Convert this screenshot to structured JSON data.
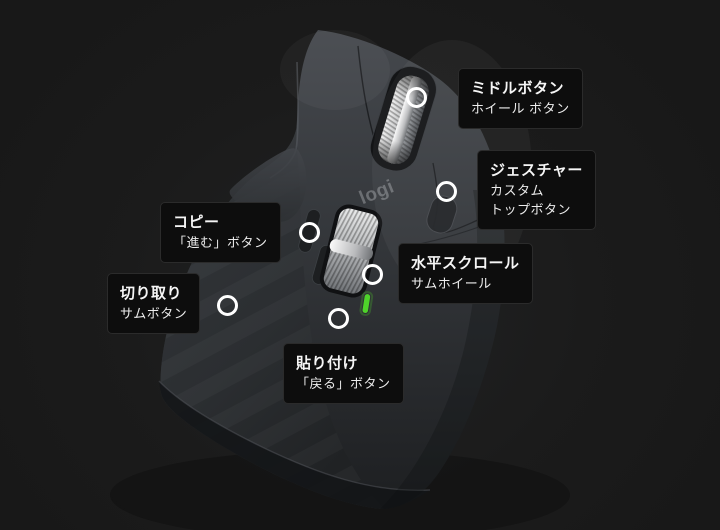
{
  "colors": {
    "background": "#191919",
    "callout_bg": "#0d0d0d",
    "callout_border": "#2b2b2b",
    "callout_text": "#f5f5f5",
    "mouse_body": "#33363a",
    "mouse_base": "#141618",
    "wheel_silver": "#d9dadb",
    "led_green": "#4ed32a",
    "marker_ring": "#ffffff",
    "logo_gray": "#6b6e72"
  },
  "logo": {
    "text": "logi"
  },
  "callouts": [
    {
      "id": "middle-button",
      "title": "ミドルボタン",
      "lines": [
        "ホイール ボタン"
      ]
    },
    {
      "id": "gesture-button",
      "title": "ジェスチャー",
      "lines": [
        "カスタム",
        "トップボタン"
      ]
    },
    {
      "id": "copy-forward",
      "title": "コピー",
      "lines": [
        "「進む」ボタン"
      ]
    },
    {
      "id": "horizontal-scroll",
      "title": "水平スクロール",
      "lines": [
        "サムホイール"
      ]
    },
    {
      "id": "cut-thumb",
      "title": "切り取り",
      "lines": [
        "サムボタン"
      ]
    },
    {
      "id": "paste-back",
      "title": "貼り付け",
      "lines": [
        "「戻る」ボタン"
      ]
    }
  ]
}
